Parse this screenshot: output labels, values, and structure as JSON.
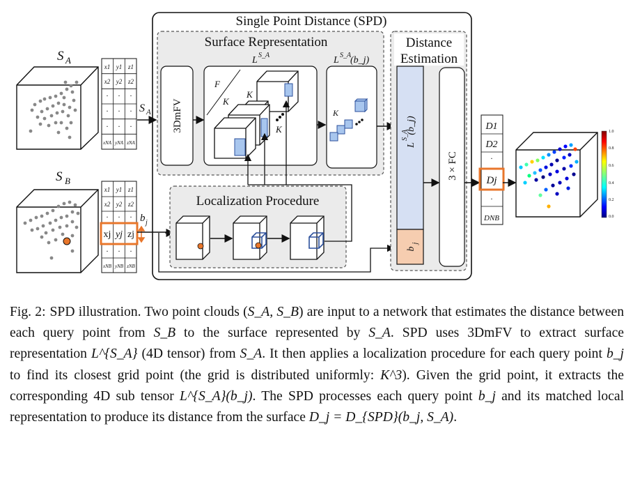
{
  "diagram": {
    "spd_title": "Single Point Distance (SPD)",
    "surface_title": "Surface Representation",
    "mfv_label": "3DmFV",
    "l_sa_label": "L",
    "l_sa_sup": "S_A",
    "l_sa_b_label": "L",
    "l_sa_b_sup": "S_A",
    "l_sa_b_arg": "(b_j)",
    "k_label": "K",
    "dist_title_1": "Distance",
    "dist_title_2": "Estimation",
    "fc_label": "3 × FC",
    "loc_title": "Localization Procedure",
    "sa_label": "S",
    "sa_sub": "A",
    "sb_label": "S",
    "sb_sub": "B",
    "sa_arrow_label": "S",
    "sa_arrow_sub": "A",
    "bj_label": "b",
    "bj_sub": "j",
    "table_a_rows": [
      [
        "x1",
        "y1",
        "z1"
      ],
      [
        "x2",
        "y2",
        "z2"
      ],
      [
        "·",
        "·",
        "·"
      ],
      [
        "·",
        "·",
        "·"
      ],
      [
        "·",
        "·",
        "·"
      ],
      [
        "xNA",
        "yNA",
        "zNA"
      ]
    ],
    "table_b_rows": [
      [
        "x1",
        "y1",
        "z1"
      ],
      [
        "x2",
        "y2",
        "z2"
      ],
      [
        "·",
        "·",
        "·"
      ],
      [
        "xj",
        "yj",
        "zj"
      ],
      [
        "·",
        "·",
        "·"
      ],
      [
        "xNB",
        "yNB",
        "zNB"
      ]
    ],
    "output_items": [
      "D1",
      "D2",
      "·",
      "Dj",
      "·",
      "DNB"
    ],
    "colorbar_ticks": [
      "1.0",
      "0.8",
      "0.6",
      "0.4",
      "0.2",
      "0.0"
    ],
    "colors": {
      "highlight": "#e8762b",
      "query_point": "#e8762b",
      "cube_blue": "#a8c6ee",
      "cube_blue_stroke": "#2b4f9b",
      "feature_column": "#d6e0f3",
      "bj_cell": "#f6cdb0",
      "panel_gray": "#ebebeb"
    }
  },
  "caption": {
    "label": "Fig. 2:",
    "text_1": "SPD illustration. Two point clouds (",
    "math_1": "S_A, S_B",
    "text_2": ") are input to a network that estimates the distance between each query point from ",
    "math_2": "S_B",
    "text_3": " to the surface represented by ",
    "math_3": "S_A",
    "text_4": ". SPD uses 3DmFV to extract surface representation ",
    "math_4": "L^{S_A}",
    "text_5": " (4D tensor) from ",
    "math_5": "S_A",
    "text_6": ". It then applies a localization procedure for each query point ",
    "math_6": "b_j",
    "text_7": " to find its closest grid point (the grid is distributed uniformly: ",
    "math_7": "K^3",
    "text_8": "). Given the grid point, it extracts the corresponding 4D sub tensor ",
    "math_8": "L^{S_A}(b_j)",
    "text_9": ". The SPD processes each query point ",
    "math_9": "b_j",
    "text_10": " and its matched local representation to produce its distance from the surface ",
    "math_10": "D_j = D_{SPD}(b_j, S_A)",
    "text_11": "."
  }
}
